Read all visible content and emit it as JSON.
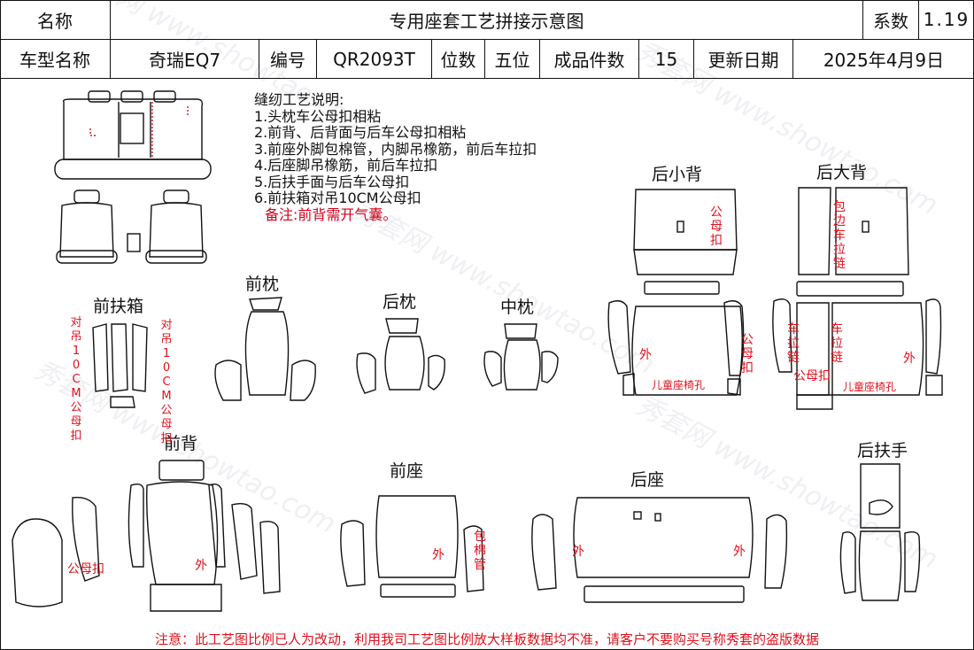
{
  "header": {
    "name_label": "名称",
    "title": "专用座套工艺拼接示意图",
    "coef_label": "系数",
    "coef_value": "1.19",
    "model_label": "车型名称",
    "model_value": "奇瑞EQ7",
    "code_label": "编号",
    "code_value": "QR2093T",
    "seats_label": "位数",
    "seats_value": "五位",
    "pieces_label": "成品件数",
    "pieces_value": "15",
    "date_label": "更新日期",
    "date_value": "2025年4月9日"
  },
  "notes": {
    "title": "缝纫工艺说明:",
    "items": [
      "1.头枕车公母扣相粘",
      "2.前背、后背面与后车公母扣相粘",
      "3.前座外脚包棉管，内脚吊橡筋，前后车拉扣",
      "4.后座脚吊橡筋，前后车拉扣",
      "5.后扶手面与后车公母扣",
      "6.前扶箱对吊10CM公母扣"
    ],
    "remark": "备注:前背需开气囊。"
  },
  "sections": {
    "front_armbox": "前扶箱",
    "front_headrest": "前枕",
    "rear_headrest": "后枕",
    "mid_headrest": "中枕",
    "rear_small_back": "后小背",
    "rear_big_back": "后大背",
    "front_back": "前背",
    "front_seat": "前座",
    "rear_seat": "后座",
    "rear_armrest": "后扶手"
  },
  "annotations": {
    "armbox_left": "对吊10CM公母扣",
    "armbox_right": "对吊10CM公母扣",
    "small_back_snap": "公母扣",
    "small_back_outer": "外",
    "small_back_snap_side": "公母扣",
    "child_seat_hole_left": "儿童座椅孔",
    "big_back_edge_zip": "包边车拉链",
    "big_back_zip_left": "车拉链",
    "big_back_zip_right": "车拉链",
    "big_back_snap": "公母扣",
    "big_back_outer": "外",
    "child_seat_hole_right": "儿童座椅孔",
    "front_back_snap": "公母扣",
    "front_back_outer": "外",
    "front_seat_outer": "外",
    "front_seat_cotton_tube": "包棉管",
    "rear_seat_outer_left": "外",
    "rear_seat_outer_right": "外"
  },
  "watermark": {
    "text_cn": "秀套网",
    "text_url": "www.showtao.com"
  },
  "footer": "注意：此工艺图比例已人为改动，利用我司工艺图比例放大样板数据均不准，请客户不要购买号称秀套的盗版数据"
}
